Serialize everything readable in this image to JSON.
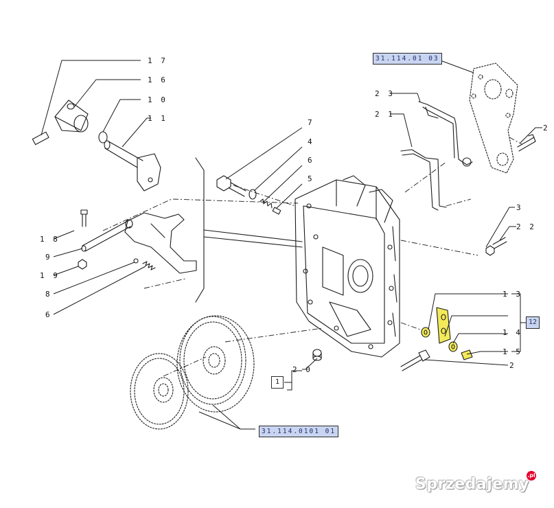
{
  "callouts": [
    {
      "id": "17",
      "text": "1 7"
    },
    {
      "id": "16",
      "text": "1 6"
    },
    {
      "id": "10",
      "text": "1 0"
    },
    {
      "id": "11",
      "text": "1 1"
    },
    {
      "id": "18",
      "text": "1 8"
    },
    {
      "id": "9",
      "text": "9"
    },
    {
      "id": "19",
      "text": "1 9"
    },
    {
      "id": "8",
      "text": "8"
    },
    {
      "id": "6a",
      "text": "6"
    },
    {
      "id": "7",
      "text": "7"
    },
    {
      "id": "4",
      "text": "4"
    },
    {
      "id": "6b",
      "text": "6"
    },
    {
      "id": "5",
      "text": "5"
    },
    {
      "id": "23",
      "text": "2 3"
    },
    {
      "id": "21",
      "text": "2 1"
    },
    {
      "id": "2a",
      "text": "2"
    },
    {
      "id": "3",
      "text": "3"
    },
    {
      "id": "22",
      "text": "2 2"
    },
    {
      "id": "13",
      "text": "1 3"
    },
    {
      "id": "14",
      "text": "1 4"
    },
    {
      "id": "15",
      "text": "1 5"
    },
    {
      "id": "2b",
      "text": "2"
    },
    {
      "id": "20",
      "text": "2 0"
    }
  ],
  "references": {
    "upper_right": "31.114.01 03",
    "bottom": "31.114.0101 01"
  },
  "group_boxes": {
    "main_assembly": "1",
    "plate_kit": "12"
  },
  "watermark": {
    "text": "Sprzedajemy",
    "badge": ".pl"
  },
  "colors": {
    "highlight": "#f2ea5a",
    "reference_fill": "#c9d5f0",
    "line": "#1a1a1a"
  }
}
